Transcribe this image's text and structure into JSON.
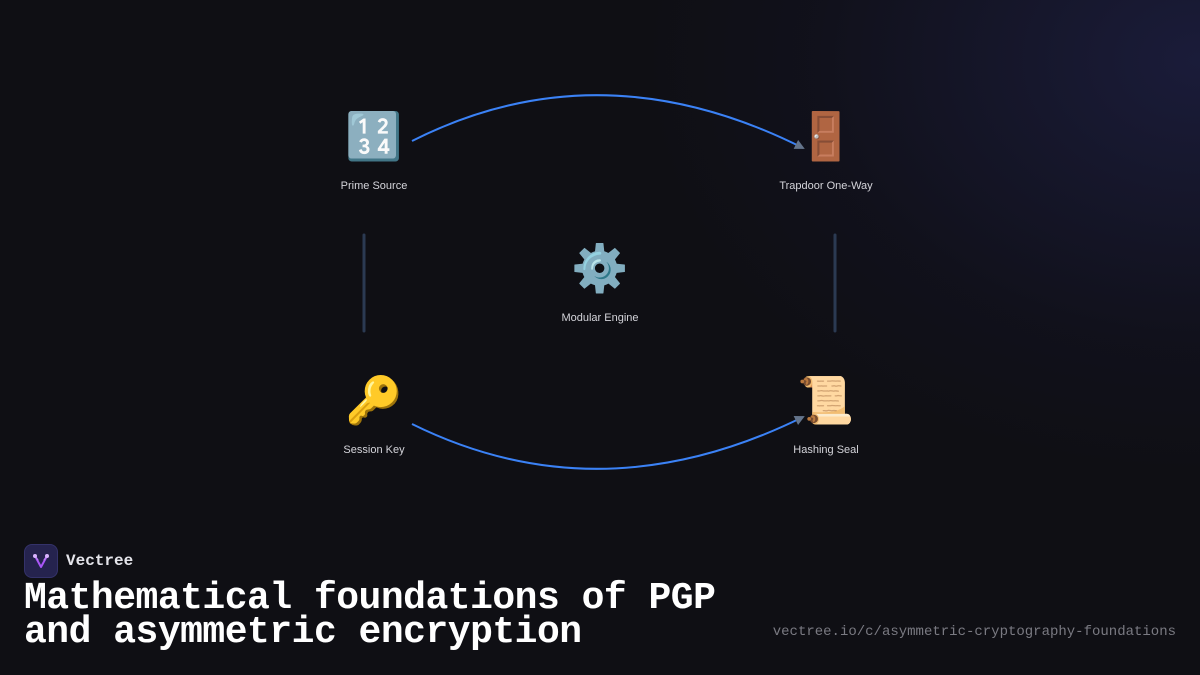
{
  "diagram": {
    "nodes": [
      {
        "id": "prime-source",
        "label": "Prime Source",
        "icon": "🔢",
        "icon_name": "input-numbers-icon"
      },
      {
        "id": "trapdoor-one-way",
        "label": "Trapdoor One-Way",
        "icon": "🚪",
        "icon_name": "door-icon"
      },
      {
        "id": "modular-engine",
        "label": "Modular Engine",
        "icon": "⚙️",
        "icon_name": "gear-icon"
      },
      {
        "id": "session-key",
        "label": "Session Key",
        "icon": "🔑",
        "icon_name": "key-icon"
      },
      {
        "id": "hashing-seal",
        "label": "Hashing Seal",
        "icon": "📜",
        "icon_name": "scroll-icon"
      }
    ],
    "edges": [
      {
        "from": "prime-source",
        "to": "trapdoor-one-way",
        "type": "arrow-arc-up"
      },
      {
        "from": "session-key",
        "to": "hashing-seal",
        "type": "arrow-arc-down"
      },
      {
        "from": "prime-source",
        "to": "session-key",
        "type": "line"
      },
      {
        "from": "trapdoor-one-way",
        "to": "hashing-seal",
        "type": "line"
      }
    ],
    "colors": {
      "edge_arc": "#3b82f6",
      "arrow_head": "#64748b",
      "connector_line": "#2b3a52",
      "background": "#0f0f14"
    }
  },
  "brand": {
    "name": "Vectree",
    "logo_color": "#a855f7"
  },
  "footer": {
    "title_line1": "Mathematical foundations of PGP",
    "title_line2": "and asymmetric encryption",
    "url": "vectree.io/c/asymmetric-cryptography-foundations"
  }
}
